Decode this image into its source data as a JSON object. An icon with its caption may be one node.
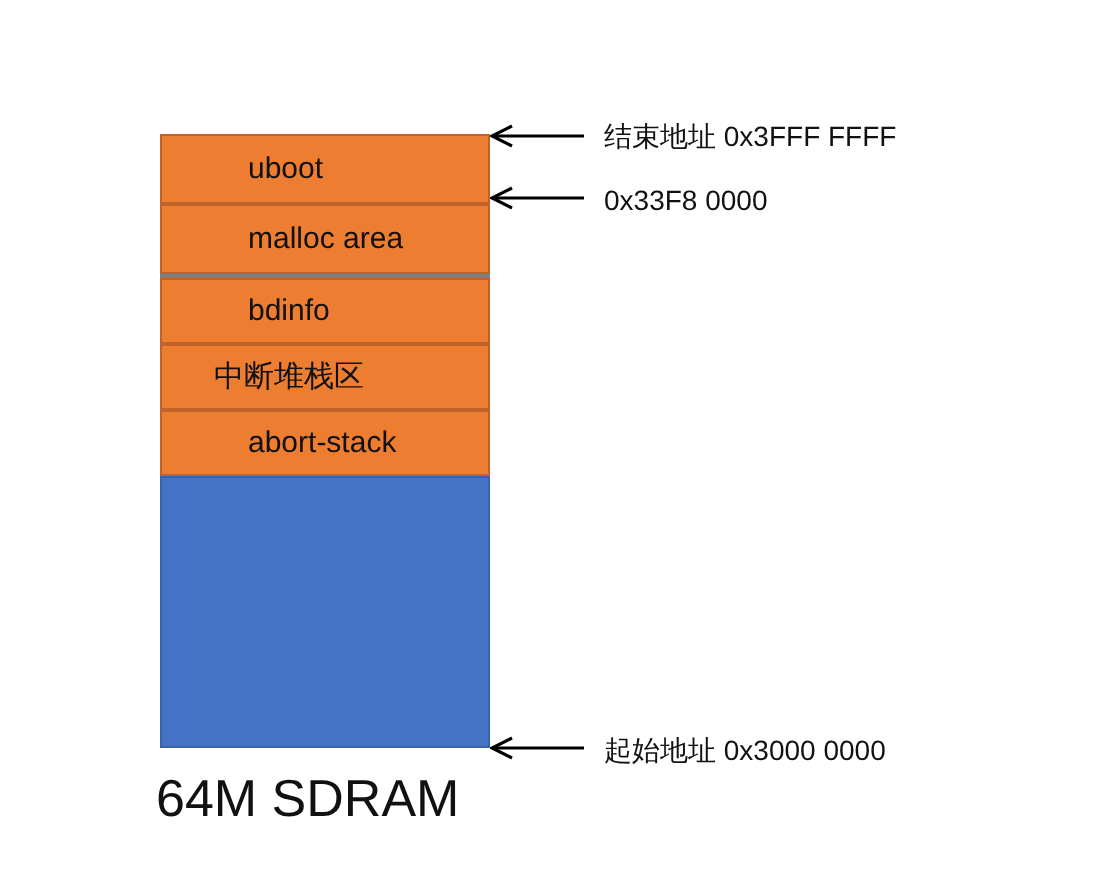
{
  "diagram": {
    "nodes": [
      {
        "text": [
          "uboot"
        ]
      },
      {
        "text": [
          "malloc area"
        ]
      },
      {
        "text": [
          "bdinfo"
        ]
      },
      {
        "text": [
          "中断堆栈区"
        ]
      },
      {
        "text": [
          "abort-stack"
        ]
      },
      {
        "text": [],
        "shape": "box"
      },
      {
        "text": [
          "结束地址 0x3FFF FFFF"
        ]
      },
      {
        "text": [
          "0x33F8 0000"
        ]
      },
      {
        "text": [
          "起始地址 0x3000 0000"
        ]
      }
    ],
    "edges": [
      {
        "from": 6,
        "to": 0,
        "arrow": "to"
      },
      {
        "from": 7,
        "to": 1,
        "arrow": "to"
      },
      {
        "from": 8,
        "to": 5,
        "arrow": "to"
      }
    ],
    "labels": [
      "64M SDRAM"
    ]
  }
}
